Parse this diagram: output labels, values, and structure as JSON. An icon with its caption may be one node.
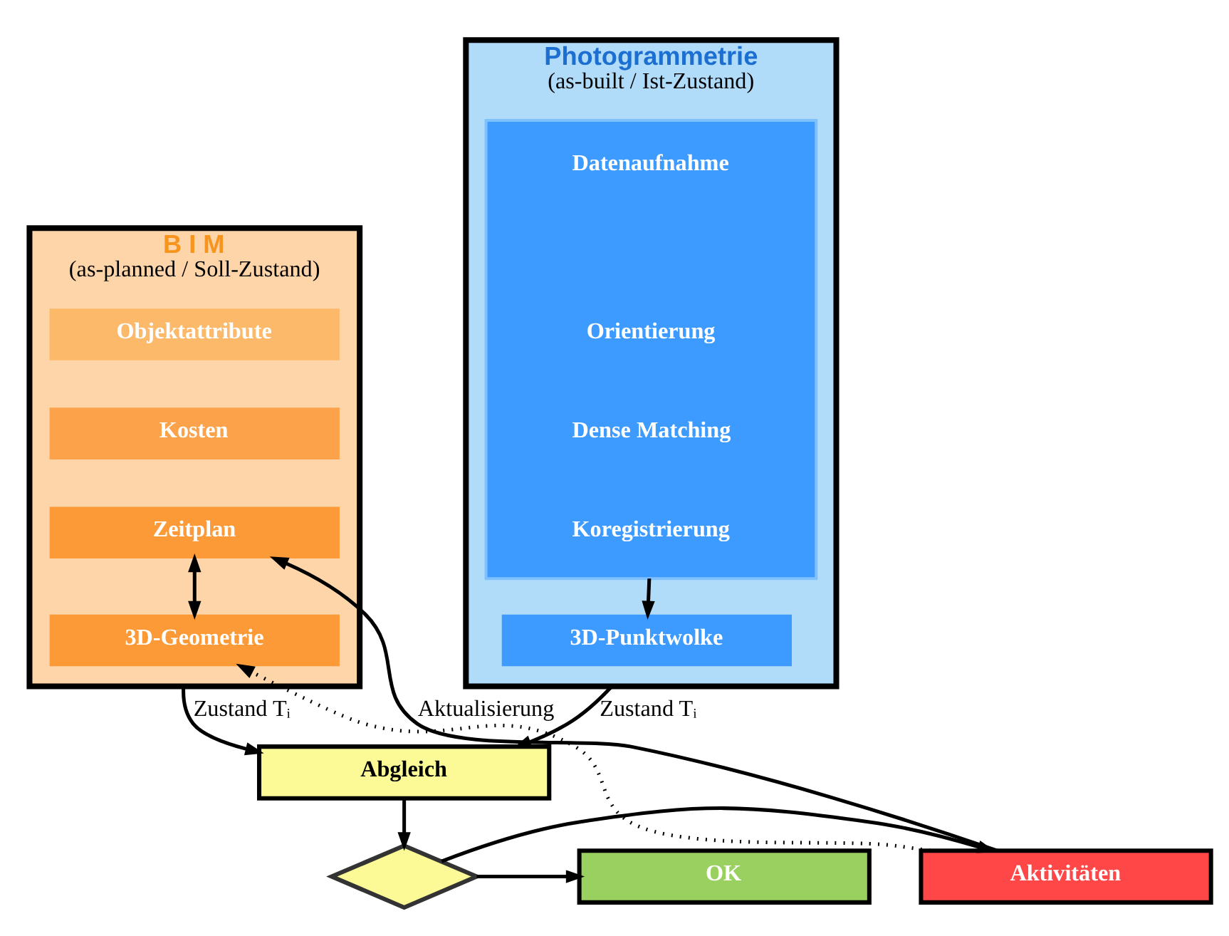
{
  "diagram": {
    "nodes": [
      {
        "text": [
          "B I M",
          "(as-planned / Soll-Zustand)"
        ]
      },
      {
        "text": [
          "Objektattribute"
        ],
        "in": 0
      },
      {
        "text": [
          "Kosten"
        ],
        "in": 0
      },
      {
        "text": [
          "Zeitplan"
        ],
        "in": 0
      },
      {
        "text": [
          "3D-Geometrie"
        ],
        "in": 0
      },
      {
        "text": [
          "Photogrammetrie",
          "(as-built / Ist-Zustand)"
        ]
      },
      {
        "text": [],
        "shape": "box",
        "in": 5
      },
      {
        "text": [
          "Datenaufnahme"
        ],
        "in": 6
      },
      {
        "text": [
          "Orientierung"
        ],
        "in": 6
      },
      {
        "text": [
          "Dense Matching"
        ],
        "in": 6
      },
      {
        "text": [
          "Koregistrierung"
        ],
        "in": 6
      },
      {
        "text": [
          "3D-Punktwolke"
        ],
        "in": 5
      },
      {
        "text": [
          "Abgleich"
        ]
      },
      {
        "text": [],
        "shape": "diamond"
      },
      {
        "text": [
          "Aktivitäten"
        ]
      },
      {
        "text": [
          "OK"
        ]
      }
    ],
    "edges": [
      {
        "from": 3,
        "to": 4,
        "arrow": "both"
      },
      {
        "from": 6,
        "to": 11,
        "arrow": "to"
      },
      {
        "from": 0,
        "to": 12,
        "arrow": "to",
        "label": "Zustand Tᵢ"
      },
      {
        "from": 5,
        "to": 12,
        "arrow": "to",
        "label": "Zustand Tᵢ"
      },
      {
        "from": 12,
        "to": 13,
        "arrow": "to"
      },
      {
        "from": 13,
        "to": 14,
        "arrow": "to"
      },
      {
        "from": 13,
        "to": 15,
        "arrow": "to"
      },
      {
        "from": 14,
        "to": 3,
        "arrow": "to",
        "label": "Aktualisierung"
      },
      {
        "from": 14,
        "to": 4,
        "arrow": "to",
        "style": "dashed"
      }
    ]
  }
}
